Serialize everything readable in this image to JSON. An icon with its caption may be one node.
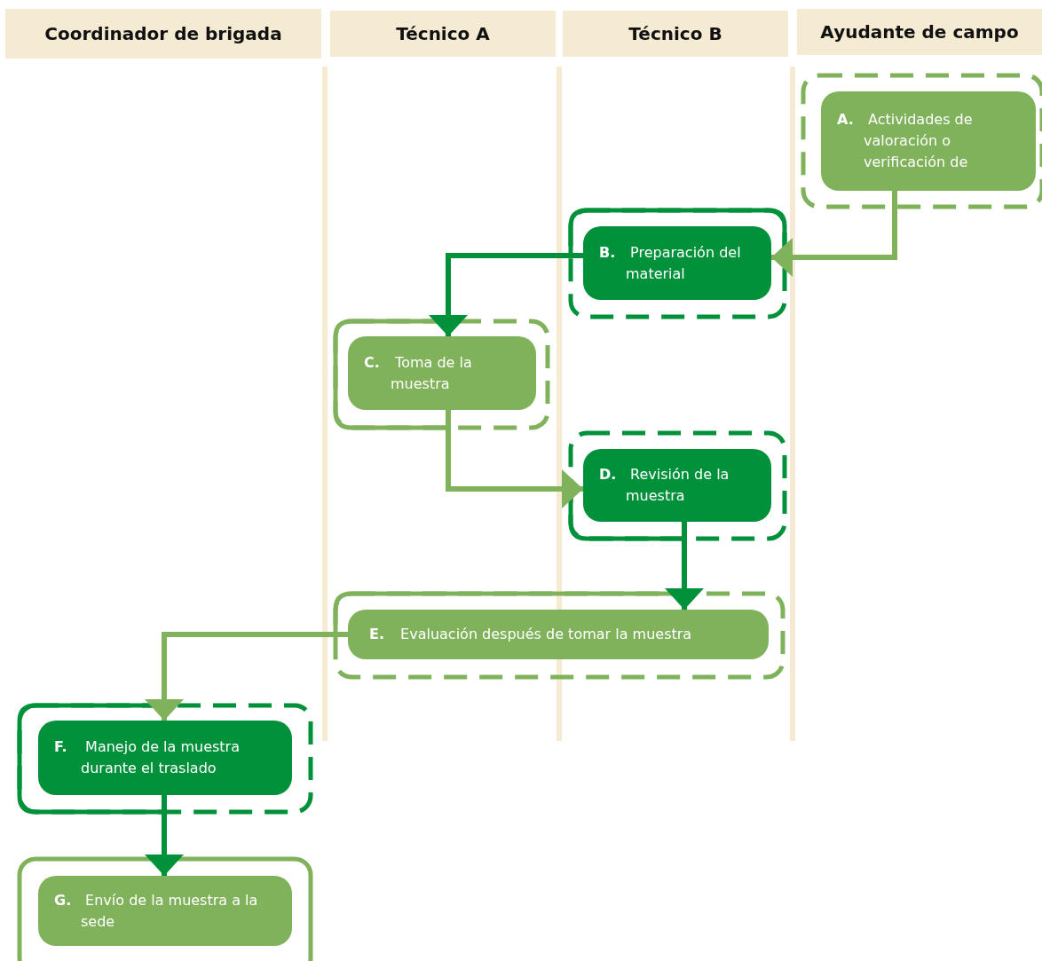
{
  "diagram": {
    "nodes": [
      {
        "text": [
          "Coordinador de brigada"
        ]
      },
      {
        "text": [
          "Técnico A"
        ]
      },
      {
        "text": [
          "Técnico B"
        ]
      },
      {
        "text": [
          "Ayudante de campo"
        ]
      },
      {
        "text": [
          "**A.** Actividades de valoración o verificación de"
        ]
      },
      {
        "text": [
          "**B.** Preparación del material"
        ]
      },
      {
        "text": [
          "**C.** Toma de la muestra"
        ]
      },
      {
        "text": [
          "**D.** Revisión de la muestra"
        ]
      },
      {
        "text": [
          "**E.** Evaluación después de tomar la muestra"
        ]
      },
      {
        "text": [
          "**F.** Manejo de la muestra durante el traslado"
        ]
      },
      {
        "text": [
          "**G.** Envío de la muestra a la sede"
        ]
      }
    ],
    "edges": [
      {
        "from": 4,
        "to": 5,
        "arrow": "to",
        "color": "#80b25c"
      },
      {
        "from": 5,
        "to": 6,
        "arrow": "to",
        "color": "#00913a"
      },
      {
        "from": 6,
        "to": 7,
        "arrow": "to",
        "color": "#80b25c"
      },
      {
        "from": 7,
        "to": 8,
        "arrow": "to",
        "color": "#00913a"
      },
      {
        "from": 8,
        "to": 9,
        "arrow": "to",
        "color": "#80b25c"
      },
      {
        "from": 9,
        "to": 10,
        "arrow": "to",
        "color": "#00913a"
      }
    ]
  }
}
